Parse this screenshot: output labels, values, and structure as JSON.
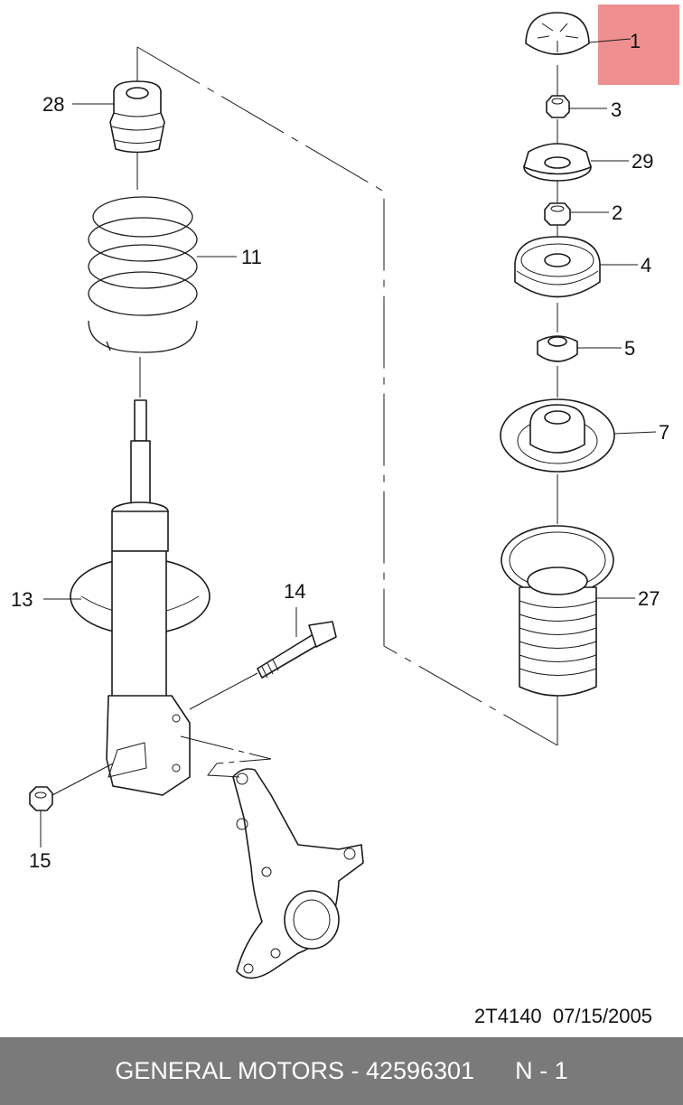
{
  "diagram": {
    "labels": {
      "p1": "1",
      "p3": "3",
      "p29": "29",
      "p2": "2",
      "p4": "4",
      "p5": "5",
      "p7": "7",
      "p27": "27",
      "p28": "28",
      "p11": "11",
      "p13": "13",
      "p14": "14",
      "p15": "15"
    },
    "highlight_color": "#f08f8f"
  },
  "stamp": {
    "text": "2T4140  07/15/2005"
  },
  "footer": {
    "text": "GENERAL MOTORS - 42596301      N - 1",
    "background": "#7a7a7a"
  }
}
